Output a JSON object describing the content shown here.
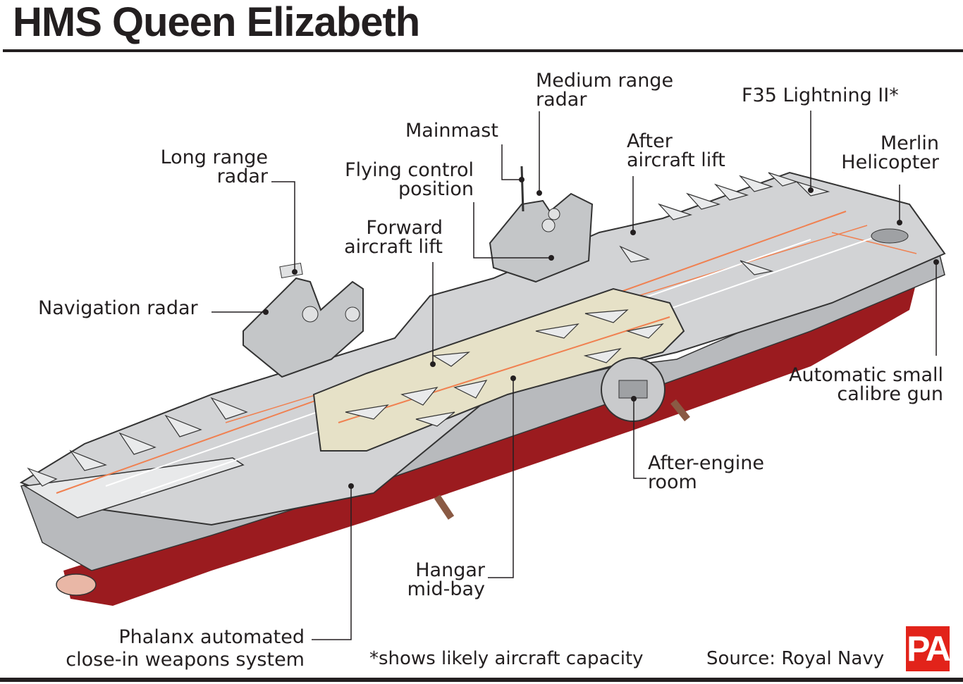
{
  "title": "HMS Queen Elizabeth",
  "labels": {
    "medium_range_radar": [
      "Medium range",
      "radar"
    ],
    "f35": "F35 Lightning II*",
    "mainmast": "Mainmast",
    "after_aircraft_lift": [
      "After",
      "aircraft lift"
    ],
    "merlin_helicopter": [
      "Merlin",
      "Helicopter"
    ],
    "long_range_radar": [
      "Long range",
      "radar"
    ],
    "flying_control_position": [
      "Flying control",
      "position"
    ],
    "forward_aircraft_lift": [
      "Forward",
      "aircraft lift"
    ],
    "navigation_radar": "Navigation radar",
    "automatic_small_calibre_gun": [
      "Automatic small",
      "calibre gun"
    ],
    "after_engine_room": [
      "After-engine",
      "room"
    ],
    "hangar_mid_bay": [
      "Hangar",
      "mid-bay"
    ],
    "phalanx": [
      "Phalanx automated",
      "close-in weapons system"
    ]
  },
  "footer": {
    "note": "*shows likely aircraft capacity",
    "source": "Source: Royal Navy",
    "logo": "PA"
  },
  "colors": {
    "deck": "#d2d3d5",
    "hull_side": "#b8babd",
    "hull_red": "#9b1b1f",
    "hangar": "#e6e1c7",
    "deck_line_orange": "#f08050",
    "text": "#231f20",
    "logo_red": "#e2231a"
  }
}
